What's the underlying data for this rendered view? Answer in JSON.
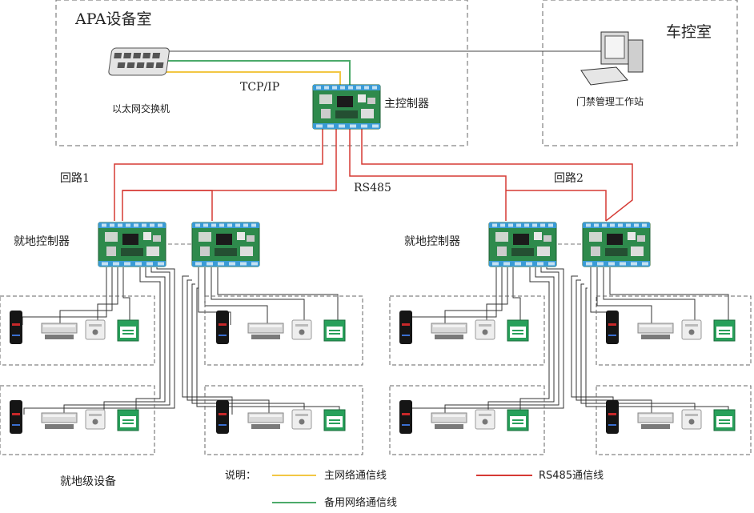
{
  "rooms": {
    "equipment_room": "APA设备室",
    "control_room": "车控室"
  },
  "nodes": {
    "switch_label": "以太网交换机",
    "main_controller_label": "主控制器",
    "workstation_label": "门禁管理工作站",
    "local_controller_left_label": "就地控制器",
    "local_controller_right_label": "就地控制器",
    "local_devices_label": "就地级设备"
  },
  "links": {
    "tcpip_label": "TCP/IP",
    "rs485_label": "RS485",
    "loop1_label": "回路1",
    "loop2_label": "回路2"
  },
  "legend": {
    "title": "说明：",
    "items": [
      {
        "label": "主网络通信线",
        "color": "#f2c744"
      },
      {
        "label": "RS485通信线",
        "color": "#d63a34"
      },
      {
        "label": "备用网络通信线",
        "color": "#4caa6a"
      }
    ]
  },
  "colors": {
    "main_network": "#f2c744",
    "rs485": "#d63a34",
    "backup_network": "#4caa6a",
    "pcb": "#2e8a4c"
  }
}
